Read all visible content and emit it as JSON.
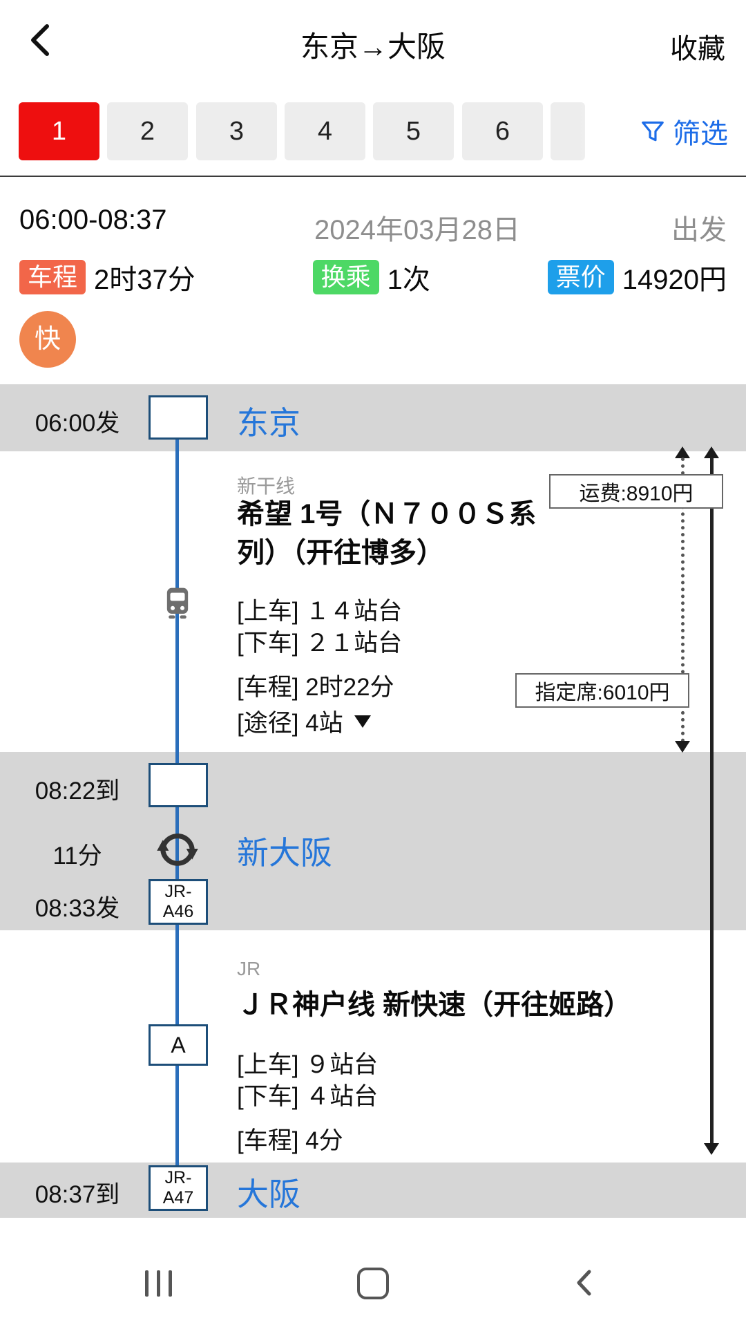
{
  "colors": {
    "accent_blue": "#1c6ce8",
    "station_blue": "#2576d9",
    "tab_selected_red": "#ee0f0f",
    "duration_badge_bg": "#f26649",
    "transfer_badge_bg": "#4dd865",
    "price_badge_bg": "#1e9fea",
    "fast_badge_bg": "#f0854e",
    "band_grey": "#d6d6d6",
    "timeline_blue": "#2a6ebb"
  },
  "header": {
    "title": "东京→大阪",
    "favorite_label": "收藏"
  },
  "tabs": {
    "items": [
      "1",
      "2",
      "3",
      "4",
      "5",
      "6",
      ""
    ],
    "selected_index": 0,
    "filter_label": "筛选"
  },
  "summary": {
    "time_range": "06:00-08:37",
    "date": "2024年03月28日",
    "depart_label": "出发",
    "duration_label": "车程",
    "duration_value": "2时37分",
    "transfer_label": "换乘",
    "transfer_value": "1次",
    "price_label": "票价",
    "price_value": "14920円",
    "fast_label": "快"
  },
  "route": {
    "origin": {
      "time": "06:00发",
      "station": "东京"
    },
    "leg1": {
      "category": "新干线",
      "train_name": "希望 1号（Ｎ７００Ｓ系列）（开往博多）",
      "board_platform": "[上车] １４站台",
      "alight_platform": "[下车] ２１站台",
      "duration": "[车程] 2时22分",
      "via": "[途径] 4站",
      "fare": "运费:8910円",
      "seat_fee": "指定席:6010円"
    },
    "transfer": {
      "arrive_time": "08:22到",
      "wait_duration": "11分",
      "depart_time": "08:33发",
      "station": "新大阪",
      "code_line1": "JR-",
      "code_line2": "A46"
    },
    "leg2": {
      "category": "JR",
      "train_name": "ＪＲ神户线 新快速（开往姬路）",
      "board_platform": "[上车] ９站台",
      "alight_platform": "[下车] ４站台",
      "duration": "[车程] 4分",
      "line_code": "A"
    },
    "destination": {
      "time": "08:37到",
      "station": "大阪",
      "code_line1": "JR-",
      "code_line2": "A47"
    }
  }
}
